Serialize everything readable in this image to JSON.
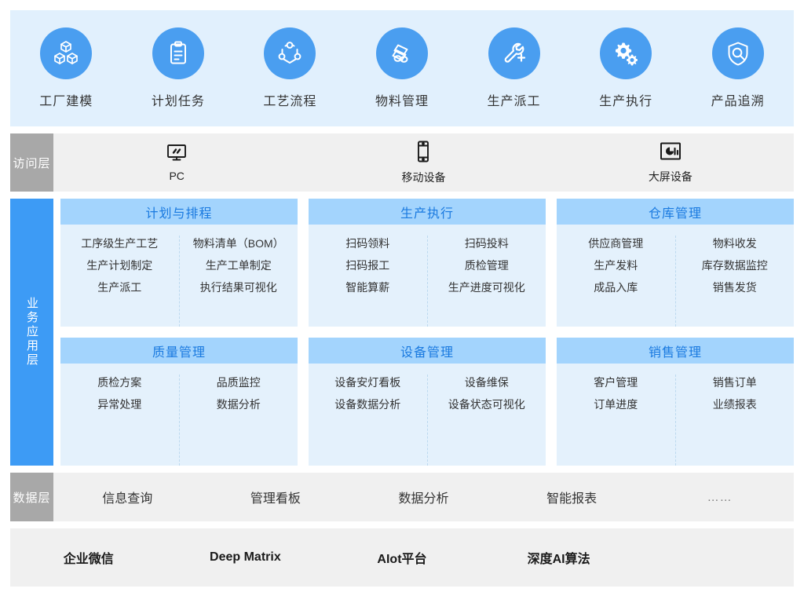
{
  "top_banner": {
    "items": [
      {
        "label": "工厂建模",
        "icon": "cubes-icon"
      },
      {
        "label": "计划任务",
        "icon": "clipboard-icon"
      },
      {
        "label": "工艺流程",
        "icon": "workflow-nodes-icon"
      },
      {
        "label": "物料管理",
        "icon": "material-stack-icon"
      },
      {
        "label": "生产派工",
        "icon": "wrench-plus-icon"
      },
      {
        "label": "生产执行",
        "icon": "gears-icon"
      },
      {
        "label": "产品追溯",
        "icon": "shield-search-icon"
      }
    ]
  },
  "access_layer": {
    "tag": "访问层",
    "items": [
      {
        "label": "PC",
        "icon": "monitor-icon"
      },
      {
        "label": "移动设备",
        "icon": "mobile-phone-icon"
      },
      {
        "label": "大屏设备",
        "icon": "dashboard-screen-icon"
      }
    ]
  },
  "business_layer": {
    "tag": "业务应用层",
    "cards": [
      {
        "title": "计划与排程",
        "left": [
          "工序级生产工艺",
          "生产计划制定",
          "生产派工"
        ],
        "right": [
          "物料清单（BOM）",
          "生产工单制定",
          "执行结果可视化"
        ]
      },
      {
        "title": "生产执行",
        "left": [
          "扫码领料",
          "扫码报工",
          "智能算薪"
        ],
        "right": [
          "扫码投料",
          "质检管理",
          "生产进度可视化"
        ]
      },
      {
        "title": "仓库管理",
        "left": [
          "供应商管理",
          "生产发料",
          "成品入库"
        ],
        "right": [
          "物料收发",
          "库存数据监控",
          "销售发货"
        ]
      },
      {
        "title": "质量管理",
        "left": [
          "质检方案",
          "异常处理"
        ],
        "right": [
          "品质监控",
          "数据分析"
        ]
      },
      {
        "title": "设备管理",
        "left": [
          "设备安灯看板",
          "设备数据分析"
        ],
        "right": [
          "设备维保",
          "设备状态可视化"
        ]
      },
      {
        "title": "销售管理",
        "left": [
          "客户管理",
          "订单进度"
        ],
        "right": [
          "销售订单",
          "业绩报表"
        ]
      }
    ]
  },
  "data_layer": {
    "tag": "数据层",
    "items": [
      "信息查询",
      "管理看板",
      "数据分析",
      "智能报表",
      "……"
    ]
  },
  "platform_layer": {
    "items": [
      "企业微信",
      "Deep Matrix",
      "AIot平台",
      "深度AI算法"
    ]
  },
  "colors": {
    "accent_blue": "#3d9bf5",
    "icon_circle": "#4a9ef0",
    "banner_bg": "#e1f0fd",
    "card_head": "#a3d4fd",
    "card_body": "#e4f1fc",
    "card_title": "#1a7ae0",
    "gray_tag": "#a8a8a8",
    "gray_bg": "#f0f0f0"
  }
}
